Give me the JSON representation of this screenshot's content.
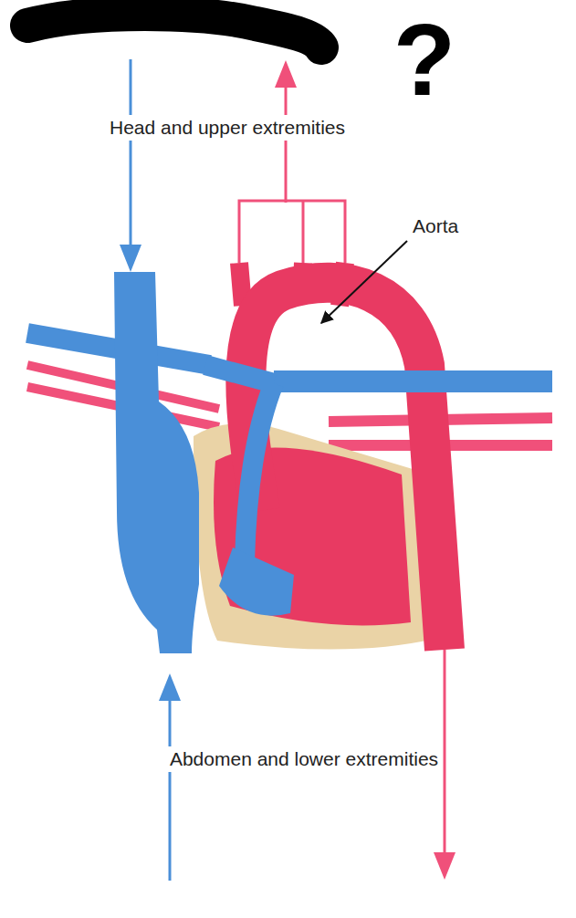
{
  "diagram": {
    "labels": [
      "?",
      "Head and upper extremities",
      "Aorta",
      "Abdomen and lower extremities"
    ]
  }
}
